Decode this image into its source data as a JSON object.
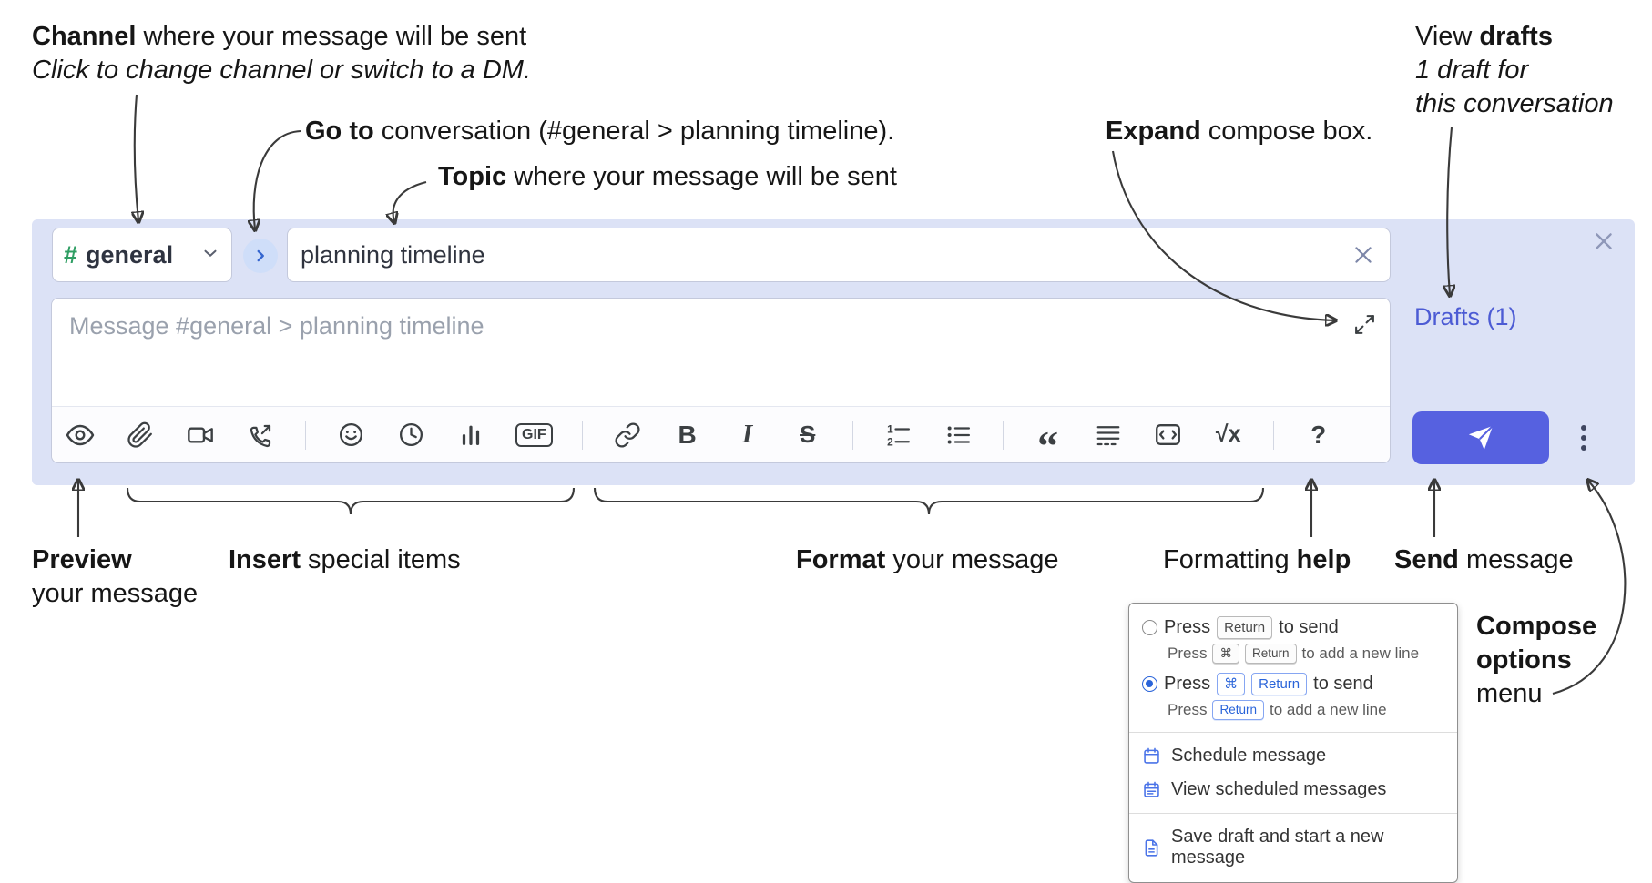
{
  "annotations": {
    "channel": {
      "bold": "Channel",
      "rest": " where your message will be sent",
      "line2": "Click to change channel or switch to a DM."
    },
    "goto": {
      "bold": "Go to",
      "rest": " conversation (#general > planning timeline)."
    },
    "topic": {
      "bold": "Topic",
      "rest": " where your message will be sent"
    },
    "expand": {
      "bold": "Expand",
      "rest": " compose box."
    },
    "view_drafts": {
      "pre": "View ",
      "bold": "drafts",
      "line2": "1 draft for",
      "line3": "this conversation"
    },
    "preview": {
      "bold": "Preview",
      "line2": "your message"
    },
    "insert": {
      "bold": "Insert",
      "rest": " special items"
    },
    "format": {
      "bold": "Format",
      "rest": " your message"
    },
    "formatting_help": {
      "pre": "Formatting ",
      "bold": "help"
    },
    "send": {
      "bold": "Send",
      "rest": " message"
    },
    "compose_options": {
      "bold1": "Compose",
      "bold2": "options",
      "line3": "menu"
    }
  },
  "compose": {
    "channel_hash": "#",
    "channel_name": "general",
    "topic_value": "planning timeline",
    "message_placeholder": "Message #general > planning timeline",
    "drafts_link": "Drafts (1)"
  },
  "toolbar_icons": [
    "preview-eye",
    "attach-paperclip",
    "video-call",
    "voice-call",
    "emoji",
    "time",
    "poll",
    "gif",
    "link",
    "bold",
    "italic",
    "strikethrough",
    "numbered-list",
    "bulleted-list",
    "quote",
    "spoiler",
    "code",
    "math",
    "help"
  ],
  "toolbar_glyphs": {
    "bold": "B",
    "italic": "I",
    "strike": "S",
    "gif": "GIF",
    "quote": "“",
    "math": "√x",
    "help": "?",
    "ol1": "1",
    "ol2": "2"
  },
  "popup": {
    "option_return": {
      "pre": "Press",
      "key": "Return",
      "post": "to send",
      "sub_pre": "Press",
      "sub_key1": "⌘",
      "sub_key2": "Return",
      "sub_post": "to add a new line"
    },
    "option_cmd_return": {
      "pre": "Press",
      "key1": "⌘",
      "key2": "Return",
      "post": "to send",
      "sub_pre": "Press",
      "sub_key": "Return",
      "sub_post": "to add a new line"
    },
    "items": {
      "schedule": "Schedule message",
      "view_scheduled": "View scheduled messages",
      "save_draft": "Save draft and start a new message"
    }
  },
  "colors": {
    "compose_bg": "#dce2f6",
    "accent": "#5661e0",
    "link": "#4c5bd4",
    "hash_green": "#2f9e63",
    "key_blue": "#2a64d9",
    "arrow": "#3a3a3a"
  }
}
